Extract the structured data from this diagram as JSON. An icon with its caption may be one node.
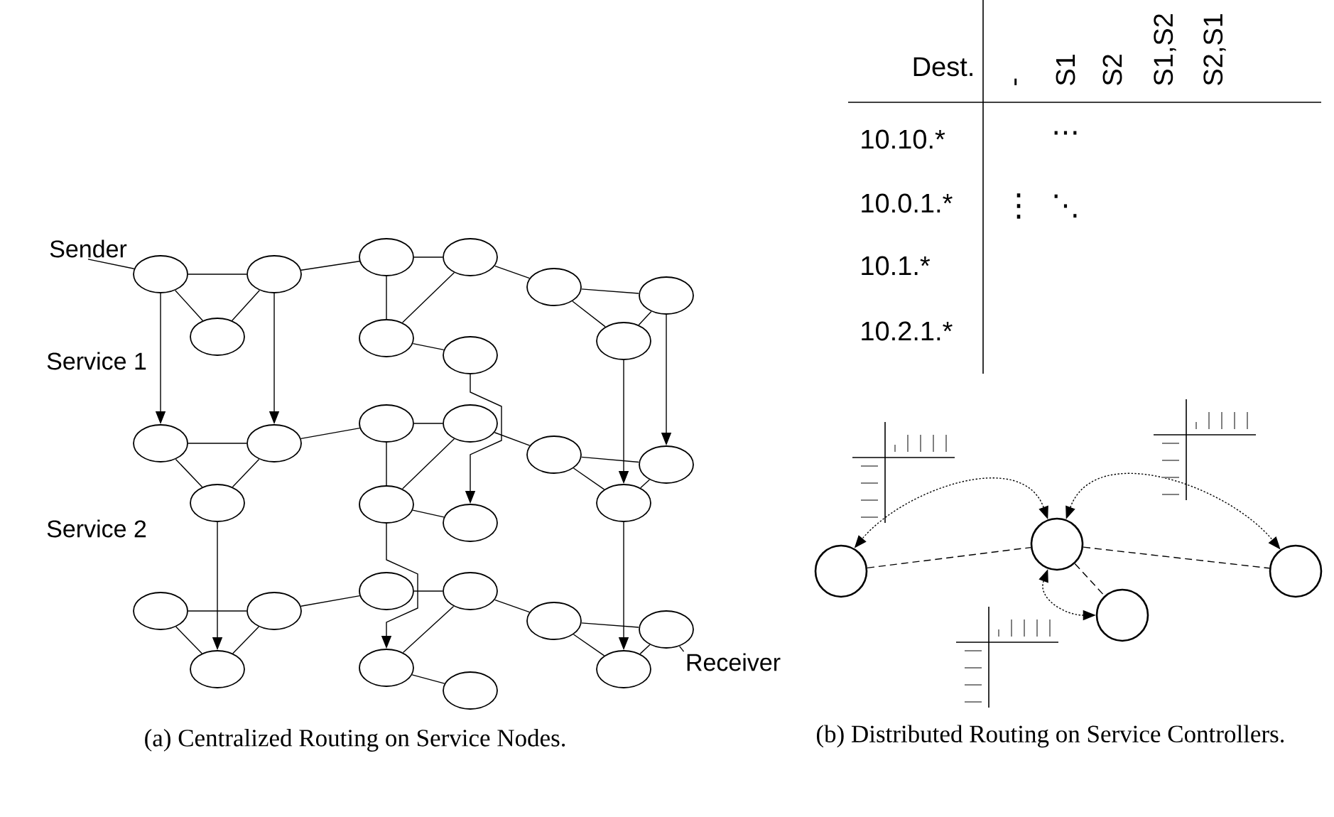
{
  "diagram": {
    "nodes": [
      {
        "text": [
          "Sender"
        ]
      },
      {
        "text": [],
        "shape": "ellipse"
      },
      {
        "text": [],
        "shape": "ellipse"
      },
      {
        "text": [],
        "shape": "ellipse"
      },
      {
        "text": [],
        "shape": "ellipse"
      },
      {
        "text": [],
        "shape": "ellipse"
      },
      {
        "text": [],
        "shape": "ellipse"
      },
      {
        "text": [],
        "shape": "ellipse"
      },
      {
        "text": [],
        "shape": "ellipse"
      },
      {
        "text": [],
        "shape": "ellipse"
      },
      {
        "text": [],
        "shape": "ellipse"
      },
      {
        "text": [],
        "shape": "ellipse"
      },
      {
        "text": [],
        "shape": "ellipse"
      },
      {
        "text": [],
        "shape": "ellipse"
      },
      {
        "text": [],
        "shape": "ellipse"
      },
      {
        "text": [],
        "shape": "ellipse"
      },
      {
        "text": [],
        "shape": "ellipse"
      },
      {
        "text": [],
        "shape": "ellipse"
      },
      {
        "text": [],
        "shape": "ellipse"
      },
      {
        "text": [],
        "shape": "ellipse"
      },
      {
        "text": [],
        "shape": "ellipse"
      },
      {
        "text": [],
        "shape": "ellipse"
      },
      {
        "text": [],
        "shape": "ellipse"
      },
      {
        "text": [],
        "shape": "ellipse"
      },
      {
        "text": [],
        "shape": "ellipse"
      },
      {
        "text": [],
        "shape": "ellipse"
      },
      {
        "text": [],
        "shape": "ellipse"
      },
      {
        "text": [],
        "shape": "ellipse"
      },
      {
        "text": [],
        "shape": "ellipse"
      },
      {
        "text": [],
        "shape": "ellipse"
      },
      {
        "text": [],
        "shape": "ellipse"
      },
      {
        "text": [
          "Receiver"
        ]
      },
      {
        "text": [],
        "shape": "circle"
      },
      {
        "text": [],
        "shape": "circle"
      },
      {
        "text": [],
        "shape": "circle"
      },
      {
        "text": [],
        "shape": "circle"
      }
    ],
    "edges": [
      {
        "from": 0,
        "to": 1,
        "arrow": "none"
      },
      {
        "from": 1,
        "to": 2,
        "arrow": "none"
      },
      {
        "from": 1,
        "to": 3,
        "arrow": "none"
      },
      {
        "from": 2,
        "to": 3,
        "arrow": "none"
      },
      {
        "from": 2,
        "to": 4,
        "arrow": "none"
      },
      {
        "from": 4,
        "to": 5,
        "arrow": "none"
      },
      {
        "from": 4,
        "to": 6,
        "arrow": "none"
      },
      {
        "from": 5,
        "to": 6,
        "arrow": "none"
      },
      {
        "from": 6,
        "to": 7,
        "arrow": "none"
      },
      {
        "from": 5,
        "to": 8,
        "arrow": "none"
      },
      {
        "from": 8,
        "to": 9,
        "arrow": "none"
      },
      {
        "from": 8,
        "to": 10,
        "arrow": "none"
      },
      {
        "from": 9,
        "to": 10,
        "arrow": "none"
      },
      {
        "from": 11,
        "to": 12,
        "arrow": "none"
      },
      {
        "from": 11,
        "to": 13,
        "arrow": "none"
      },
      {
        "from": 12,
        "to": 13,
        "arrow": "none"
      },
      {
        "from": 12,
        "to": 14,
        "arrow": "none"
      },
      {
        "from": 14,
        "to": 15,
        "arrow": "none"
      },
      {
        "from": 14,
        "to": 16,
        "arrow": "none"
      },
      {
        "from": 15,
        "to": 16,
        "arrow": "none"
      },
      {
        "from": 16,
        "to": 17,
        "arrow": "none"
      },
      {
        "from": 15,
        "to": 18,
        "arrow": "none"
      },
      {
        "from": 18,
        "to": 19,
        "arrow": "none"
      },
      {
        "from": 18,
        "to": 20,
        "arrow": "none"
      },
      {
        "from": 19,
        "to": 20,
        "arrow": "none"
      },
      {
        "from": 21,
        "to": 22,
        "arrow": "none"
      },
      {
        "from": 21,
        "to": 23,
        "arrow": "none"
      },
      {
        "from": 22,
        "to": 23,
        "arrow": "none"
      },
      {
        "from": 22,
        "to": 24,
        "arrow": "none"
      },
      {
        "from": 24,
        "to": 25,
        "arrow": "none"
      },
      {
        "from": 25,
        "to": 26,
        "arrow": "none"
      },
      {
        "from": 26,
        "to": 27,
        "arrow": "none"
      },
      {
        "from": 25,
        "to": 28,
        "arrow": "none"
      },
      {
        "from": 28,
        "to": 29,
        "arrow": "none"
      },
      {
        "from": 28,
        "to": 30,
        "arrow": "none"
      },
      {
        "from": 29,
        "to": 30,
        "arrow": "none"
      },
      {
        "from": 1,
        "to": 11,
        "arrow": "to"
      },
      {
        "from": 2,
        "to": 12,
        "arrow": "to"
      },
      {
        "from": 7,
        "to": 17,
        "arrow": "to"
      },
      {
        "from": 10,
        "to": 20,
        "arrow": "to"
      },
      {
        "from": 9,
        "to": 19,
        "arrow": "to"
      },
      {
        "from": 13,
        "to": 23,
        "arrow": "to"
      },
      {
        "from": 16,
        "to": 26,
        "arrow": "to"
      },
      {
        "from": 20,
        "to": 30,
        "arrow": "to"
      },
      {
        "from": 29,
        "to": 31,
        "arrow": "none"
      },
      {
        "from": 32,
        "to": 33,
        "arrow": "none",
        "style": "dashed"
      },
      {
        "from": 33,
        "to": 34,
        "arrow": "none",
        "style": "dashed"
      },
      {
        "from": 33,
        "to": 35,
        "arrow": "none",
        "style": "dashed"
      },
      {
        "from": 33,
        "to": 32,
        "arrow": "both",
        "style": "dashed"
      },
      {
        "from": 33,
        "to": 34,
        "arrow": "both",
        "style": "dashed"
      },
      {
        "from": 33,
        "to": 35,
        "arrow": "both",
        "style": "dashed"
      }
    ],
    "labels": [
      "Service 1",
      "Service 2",
      "Dest.",
      "-",
      "S1",
      "S2",
      "S1,S2",
      "S2,S1",
      "10.10.*",
      "⋯",
      "10.0.1.*",
      "⋮",
      "⋱",
      "10.1.*",
      "10.2.1.*",
      "(a) Centralized Routing on Service Nodes.",
      "(b) Distributed Routing on Service Controllers."
    ]
  }
}
